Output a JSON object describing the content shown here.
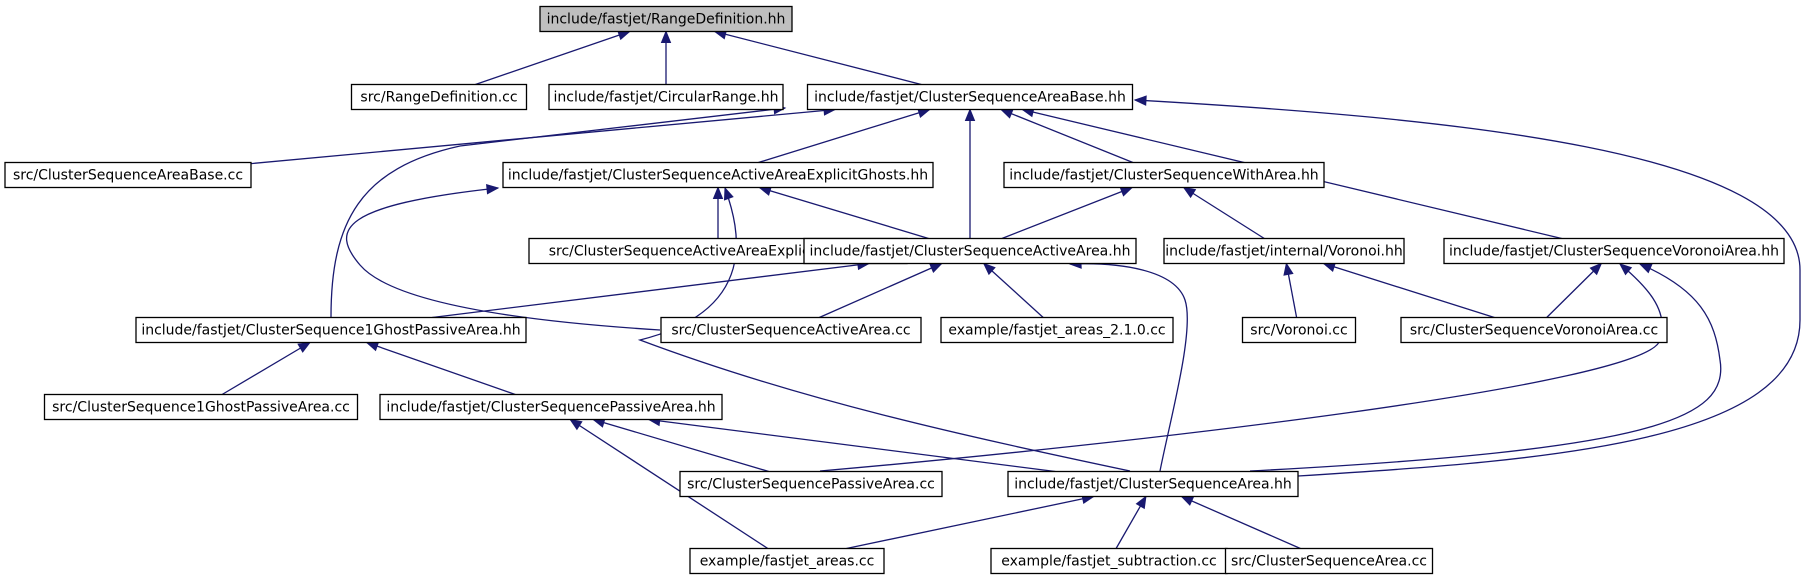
{
  "diagram": {
    "type": "include-dependency-graph",
    "colors": {
      "edge": "#191970",
      "root_fill": "#bfbfbf",
      "node_fill": "#ffffff",
      "node_border": "#000000"
    },
    "nodes": [
      {
        "id": "n0",
        "label": "include/fastjet/RangeDefinition.hh",
        "highlighted": true
      },
      {
        "id": "n1",
        "label": "src/RangeDefinition.cc"
      },
      {
        "id": "n2",
        "label": "include/fastjet/CircularRange.hh"
      },
      {
        "id": "n3",
        "label": "include/fastjet/ClusterSequenceAreaBase.hh"
      },
      {
        "id": "n4",
        "label": "src/ClusterSequenceAreaBase.cc"
      },
      {
        "id": "n5",
        "label": "include/fastjet/ClusterSequenceActiveAreaExplicitGhosts.hh"
      },
      {
        "id": "n6",
        "label": "include/fastjet/ClusterSequenceWithArea.hh"
      },
      {
        "id": "n7",
        "label": "src/ClusterSequenceActiveAreaExplicitGhosts.cc"
      },
      {
        "id": "n8",
        "label": "include/fastjet/ClusterSequenceActiveArea.hh"
      },
      {
        "id": "n9",
        "label": "include/fastjet/internal/Voronoi.hh"
      },
      {
        "id": "n10",
        "label": "include/fastjet/ClusterSequenceVoronoiArea.hh"
      },
      {
        "id": "n11",
        "label": "include/fastjet/ClusterSequence1GhostPassiveArea.hh"
      },
      {
        "id": "n12",
        "label": "src/ClusterSequenceActiveArea.cc"
      },
      {
        "id": "n13",
        "label": "example/fastjet_areas_2.1.0.cc"
      },
      {
        "id": "n14",
        "label": "src/Voronoi.cc"
      },
      {
        "id": "n15",
        "label": "src/ClusterSequenceVoronoiArea.cc"
      },
      {
        "id": "n16",
        "label": "src/ClusterSequence1GhostPassiveArea.cc"
      },
      {
        "id": "n17",
        "label": "include/fastjet/ClusterSequencePassiveArea.hh"
      },
      {
        "id": "n18",
        "label": "src/ClusterSequencePassiveArea.cc"
      },
      {
        "id": "n19",
        "label": "include/fastjet/ClusterSequenceArea.hh"
      },
      {
        "id": "n20",
        "label": "example/fastjet_areas.cc"
      },
      {
        "id": "n21",
        "label": "example/fastjet_subtraction.cc"
      },
      {
        "id": "n22",
        "label": "src/ClusterSequenceArea.cc"
      }
    ],
    "edges": [
      {
        "from": "n1",
        "to": "n0"
      },
      {
        "from": "n2",
        "to": "n0"
      },
      {
        "from": "n3",
        "to": "n0"
      },
      {
        "from": "n4",
        "to": "n3"
      },
      {
        "from": "n5",
        "to": "n3"
      },
      {
        "from": "n6",
        "to": "n3"
      },
      {
        "from": "n8",
        "to": "n3"
      },
      {
        "from": "n10",
        "to": "n3"
      },
      {
        "from": "n11",
        "to": "n3"
      },
      {
        "from": "n19",
        "to": "n3"
      },
      {
        "from": "n7",
        "to": "n5"
      },
      {
        "from": "n8",
        "to": "n5"
      },
      {
        "from": "n12",
        "to": "n5"
      },
      {
        "from": "n19",
        "to": "n5"
      },
      {
        "from": "n8",
        "to": "n6"
      },
      {
        "from": "n9",
        "to": "n6"
      },
      {
        "from": "n11",
        "to": "n8"
      },
      {
        "from": "n12",
        "to": "n8"
      },
      {
        "from": "n13",
        "to": "n8"
      },
      {
        "from": "n19",
        "to": "n8"
      },
      {
        "from": "n14",
        "to": "n9"
      },
      {
        "from": "n15",
        "to": "n9"
      },
      {
        "from": "n15",
        "to": "n10"
      },
      {
        "from": "n18",
        "to": "n10"
      },
      {
        "from": "n19",
        "to": "n10"
      },
      {
        "from": "n16",
        "to": "n11"
      },
      {
        "from": "n17",
        "to": "n11"
      },
      {
        "from": "n18",
        "to": "n17"
      },
      {
        "from": "n19",
        "to": "n17"
      },
      {
        "from": "n20",
        "to": "n17"
      },
      {
        "from": "n20",
        "to": "n19"
      },
      {
        "from": "n21",
        "to": "n19"
      },
      {
        "from": "n22",
        "to": "n19"
      }
    ]
  }
}
